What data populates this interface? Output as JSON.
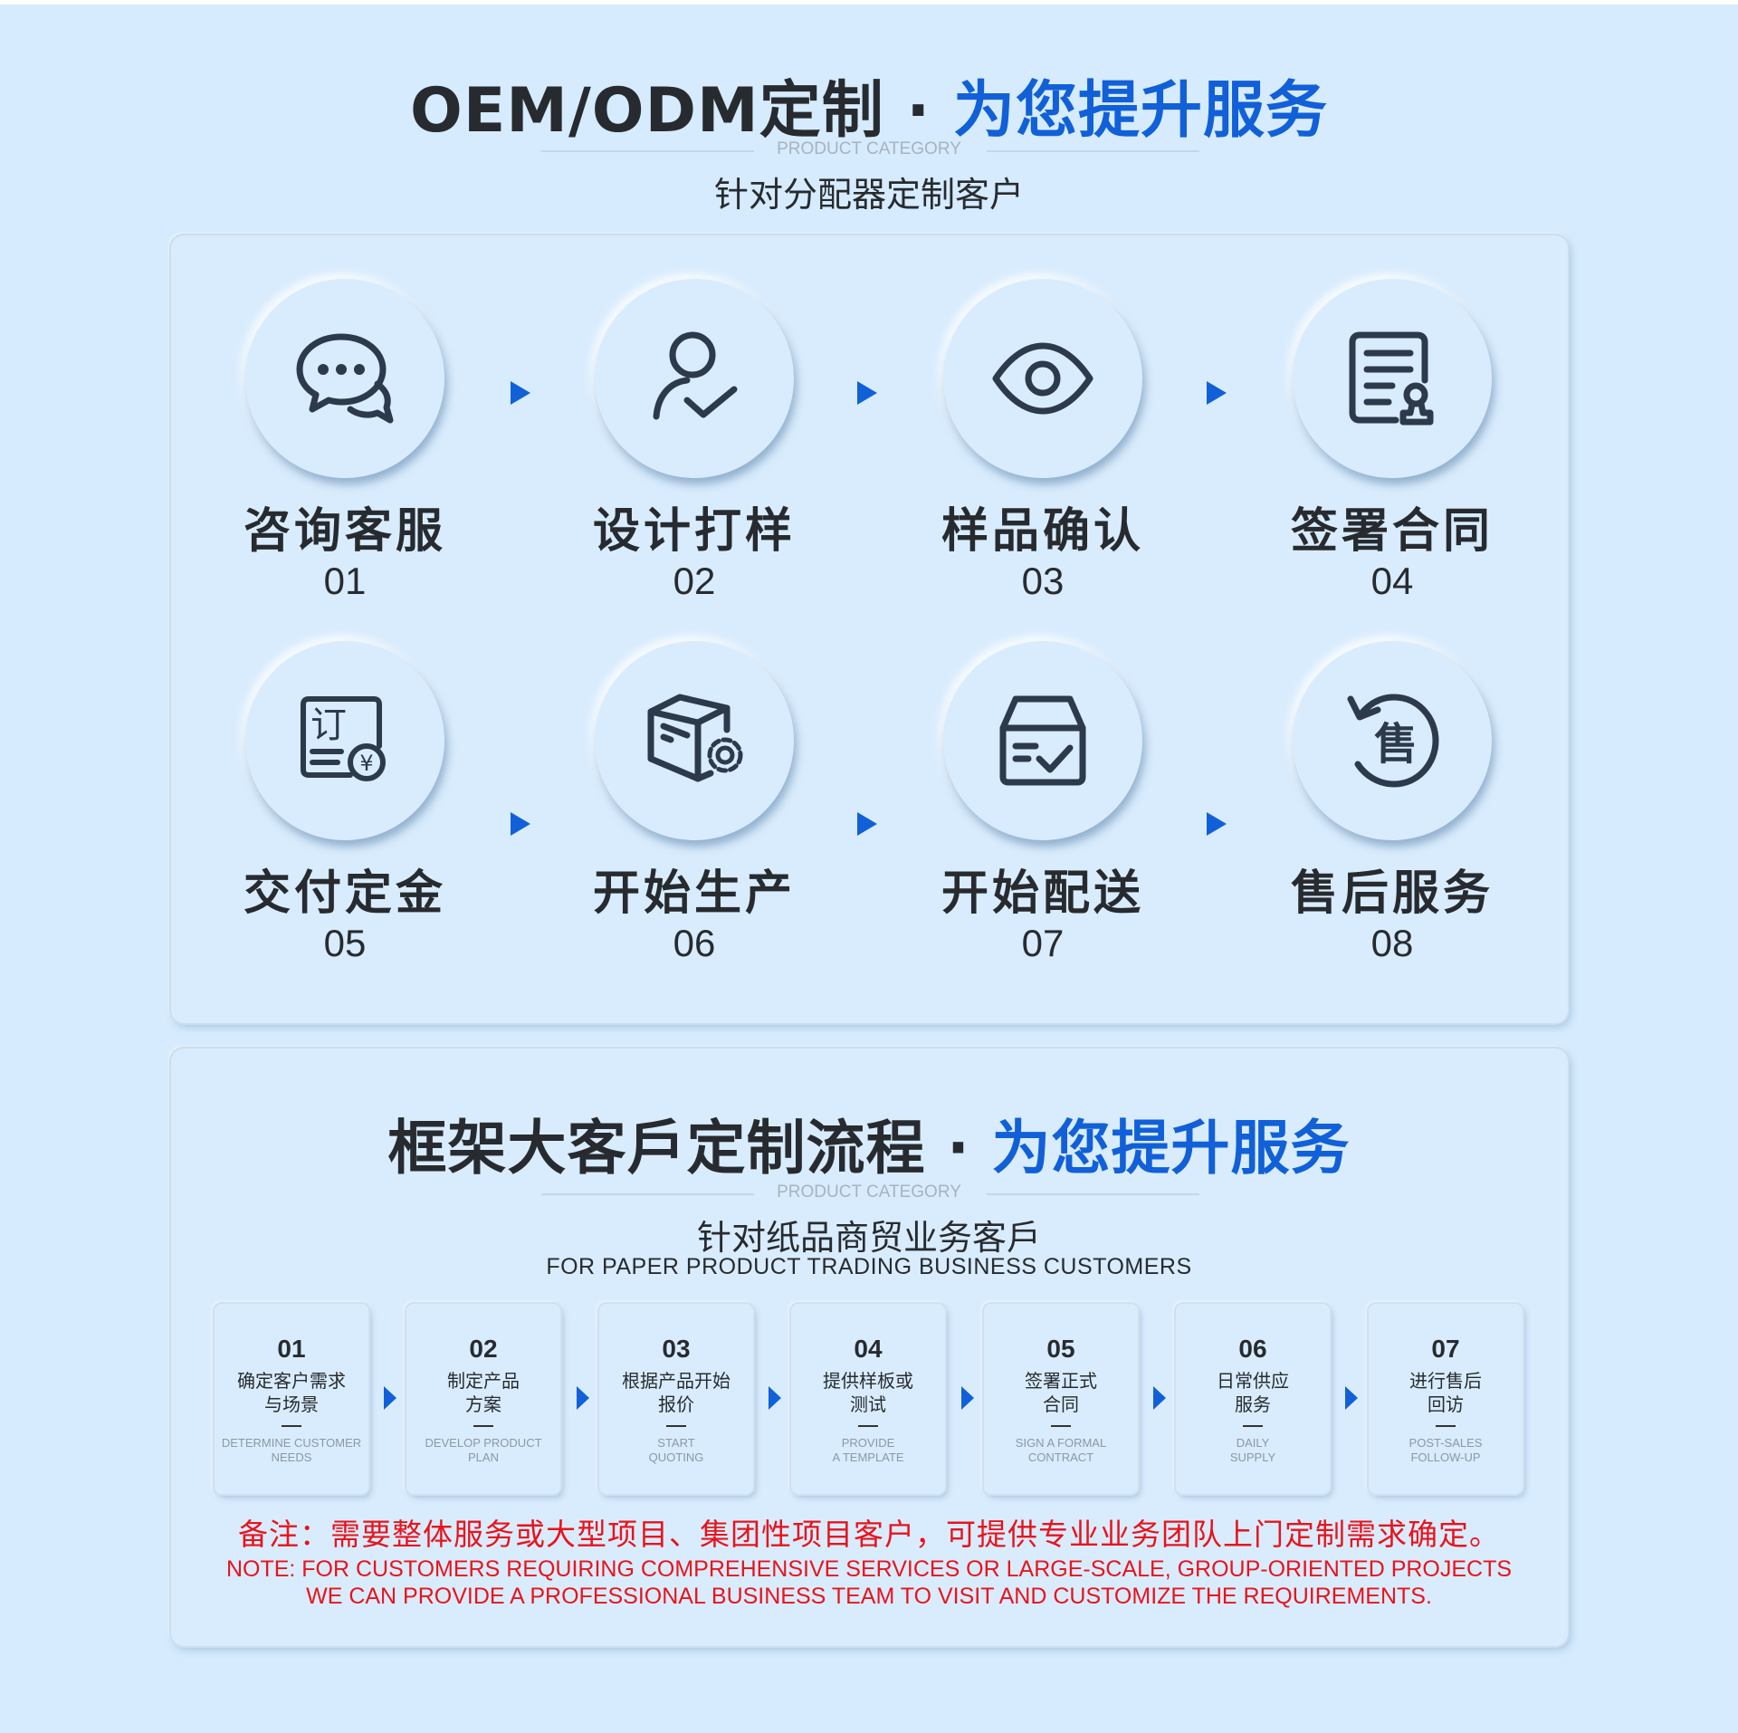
{
  "section1": {
    "title_dark": "OEM/ODM定制",
    "title_sep": "·",
    "title_blue": "为您提升服务",
    "category": "PRODUCT CATEGORY",
    "subtitle": "针对分配器定制客户"
  },
  "steps": [
    {
      "label": "咨询客服",
      "num": "01",
      "icon": "chat-bubbles-icon"
    },
    {
      "label": "设计打样",
      "num": "02",
      "icon": "user-check-icon"
    },
    {
      "label": "样品确认",
      "num": "03",
      "icon": "eye-icon"
    },
    {
      "label": "签署合同",
      "num": "04",
      "icon": "contract-stamp-icon"
    },
    {
      "label": "交付定金",
      "num": "05",
      "icon": "order-payment-icon",
      "icon_glyph": "订",
      "currency_glyph": "¥"
    },
    {
      "label": "开始生产",
      "num": "06",
      "icon": "box-gear-icon"
    },
    {
      "label": "开始配送",
      "num": "07",
      "icon": "delivery-box-icon"
    },
    {
      "label": "售后服务",
      "num": "08",
      "icon": "after-sales-icon",
      "icon_glyph": "售"
    }
  ],
  "section2": {
    "title_dark": "框架大客戶定制流程",
    "title_sep": "·",
    "title_blue": "为您提升服务",
    "category": "PRODUCT CATEGORY",
    "subtitle_cn": "针对纸品商贸业务客戶",
    "subtitle_en": "FOR PAPER PRODUCT TRADING BUSINESS CUSTOMERS"
  },
  "process": [
    {
      "num": "01",
      "cn1": "确定客户需求",
      "cn2": "与场景",
      "en1": "DETERMINE CUSTOMER",
      "en2": "NEEDS"
    },
    {
      "num": "02",
      "cn1": "制定产品",
      "cn2": "方案",
      "en1": "DEVELOP PRODUCT",
      "en2": "PLAN"
    },
    {
      "num": "03",
      "cn1": "根据产品开始",
      "cn2": "报价",
      "en1": "START",
      "en2": "QUOTING"
    },
    {
      "num": "04",
      "cn1": "提供样板或",
      "cn2": "测试",
      "en1": "PROVIDE",
      "en2": "A TEMPLATE"
    },
    {
      "num": "05",
      "cn1": "签署正式",
      "cn2": "合同",
      "en1": "SIGN A FORMAL",
      "en2": "CONTRACT"
    },
    {
      "num": "06",
      "cn1": "日常供应",
      "cn2": "服务",
      "en1": "DAILY",
      "en2": "SUPPLY"
    },
    {
      "num": "07",
      "cn1": "进行售后",
      "cn2": "回访",
      "en1": "POST-SALES",
      "en2": "FOLLOW-UP"
    }
  ],
  "note": {
    "cn": "备注：需要整体服务或大型项目、集团性项目客户，可提供专业业务团队上门定制需求确定。",
    "en1": "NOTE: FOR CUSTOMERS REQUIRING COMPREHENSIVE SERVICES OR LARGE-SCALE, GROUP-ORIENTED PROJECTS",
    "en2": "WE CAN PROVIDE A PROFESSIONAL BUSINESS TEAM TO VISIT AND CUSTOMIZE THE REQUIREMENTS."
  },
  "colors": {
    "accent": "#1160d8",
    "text": "#272b30",
    "note": "#e8141c",
    "background": "#d6ebfd",
    "icon": "#2c3a4b"
  }
}
